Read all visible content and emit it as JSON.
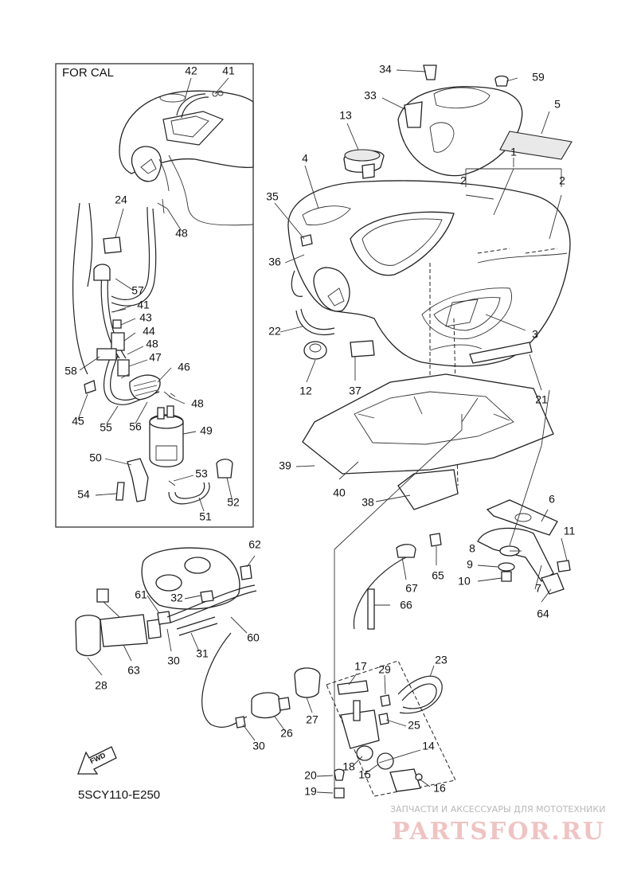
{
  "diagram": {
    "inset_title": "FOR CAL",
    "diagram_code": "5SCY110-E250",
    "fwd_label": "FWD",
    "labels": [
      {
        "id": "n1",
        "text": "1"
      },
      {
        "id": "n2a",
        "text": "2"
      },
      {
        "id": "n2b",
        "text": "2"
      },
      {
        "id": "n3",
        "text": "3"
      },
      {
        "id": "n4",
        "text": "4"
      },
      {
        "id": "n5",
        "text": "5"
      },
      {
        "id": "n6",
        "text": "6"
      },
      {
        "id": "n7",
        "text": "7"
      },
      {
        "id": "n8",
        "text": "8"
      },
      {
        "id": "n9",
        "text": "9"
      },
      {
        "id": "n10",
        "text": "10"
      },
      {
        "id": "n11",
        "text": "11"
      },
      {
        "id": "n12",
        "text": "12"
      },
      {
        "id": "n13",
        "text": "13"
      },
      {
        "id": "n14",
        "text": "14"
      },
      {
        "id": "n15",
        "text": "15"
      },
      {
        "id": "n16",
        "text": "16"
      },
      {
        "id": "n17",
        "text": "17"
      },
      {
        "id": "n18",
        "text": "18"
      },
      {
        "id": "n19",
        "text": "19"
      },
      {
        "id": "n20",
        "text": "20"
      },
      {
        "id": "n21",
        "text": "21"
      },
      {
        "id": "n22",
        "text": "22"
      },
      {
        "id": "n23",
        "text": "23"
      },
      {
        "id": "n24",
        "text": "24"
      },
      {
        "id": "n25",
        "text": "25"
      },
      {
        "id": "n26",
        "text": "26"
      },
      {
        "id": "n27",
        "text": "27"
      },
      {
        "id": "n28",
        "text": "28"
      },
      {
        "id": "n29",
        "text": "29"
      },
      {
        "id": "n30a",
        "text": "30"
      },
      {
        "id": "n30b",
        "text": "30"
      },
      {
        "id": "n31",
        "text": "31"
      },
      {
        "id": "n32",
        "text": "32"
      },
      {
        "id": "n33",
        "text": "33"
      },
      {
        "id": "n34",
        "text": "34"
      },
      {
        "id": "n35",
        "text": "35"
      },
      {
        "id": "n36",
        "text": "36"
      },
      {
        "id": "n37",
        "text": "37"
      },
      {
        "id": "n38",
        "text": "38"
      },
      {
        "id": "n39",
        "text": "39"
      },
      {
        "id": "n40",
        "text": "40"
      },
      {
        "id": "n41a",
        "text": "41"
      },
      {
        "id": "n41b",
        "text": "41"
      },
      {
        "id": "n42",
        "text": "42"
      },
      {
        "id": "n43",
        "text": "43"
      },
      {
        "id": "n44",
        "text": "44"
      },
      {
        "id": "n45",
        "text": "45"
      },
      {
        "id": "n46",
        "text": "46"
      },
      {
        "id": "n47",
        "text": "47"
      },
      {
        "id": "n48a",
        "text": "48"
      },
      {
        "id": "n48b",
        "text": "48"
      },
      {
        "id": "n48c",
        "text": "48"
      },
      {
        "id": "n49",
        "text": "49"
      },
      {
        "id": "n50",
        "text": "50"
      },
      {
        "id": "n51",
        "text": "51"
      },
      {
        "id": "n52",
        "text": "52"
      },
      {
        "id": "n53",
        "text": "53"
      },
      {
        "id": "n54",
        "text": "54"
      },
      {
        "id": "n55",
        "text": "55"
      },
      {
        "id": "n56",
        "text": "56"
      },
      {
        "id": "n57",
        "text": "57"
      },
      {
        "id": "n58",
        "text": "58"
      },
      {
        "id": "n59",
        "text": "59"
      },
      {
        "id": "n60",
        "text": "60"
      },
      {
        "id": "n61",
        "text": "61"
      },
      {
        "id": "n62",
        "text": "62"
      },
      {
        "id": "n63",
        "text": "63"
      },
      {
        "id": "n64",
        "text": "64"
      },
      {
        "id": "n65",
        "text": "65"
      },
      {
        "id": "n66",
        "text": "66"
      },
      {
        "id": "n67",
        "text": "67"
      }
    ]
  },
  "watermark": {
    "subtitle": "ЗАПЧАСТИ И АКСЕССУАРЫ ДЛЯ МОТОТЕХНИКИ",
    "brand": "PARTSFOR.RU",
    "color": "#e8a0a0"
  }
}
